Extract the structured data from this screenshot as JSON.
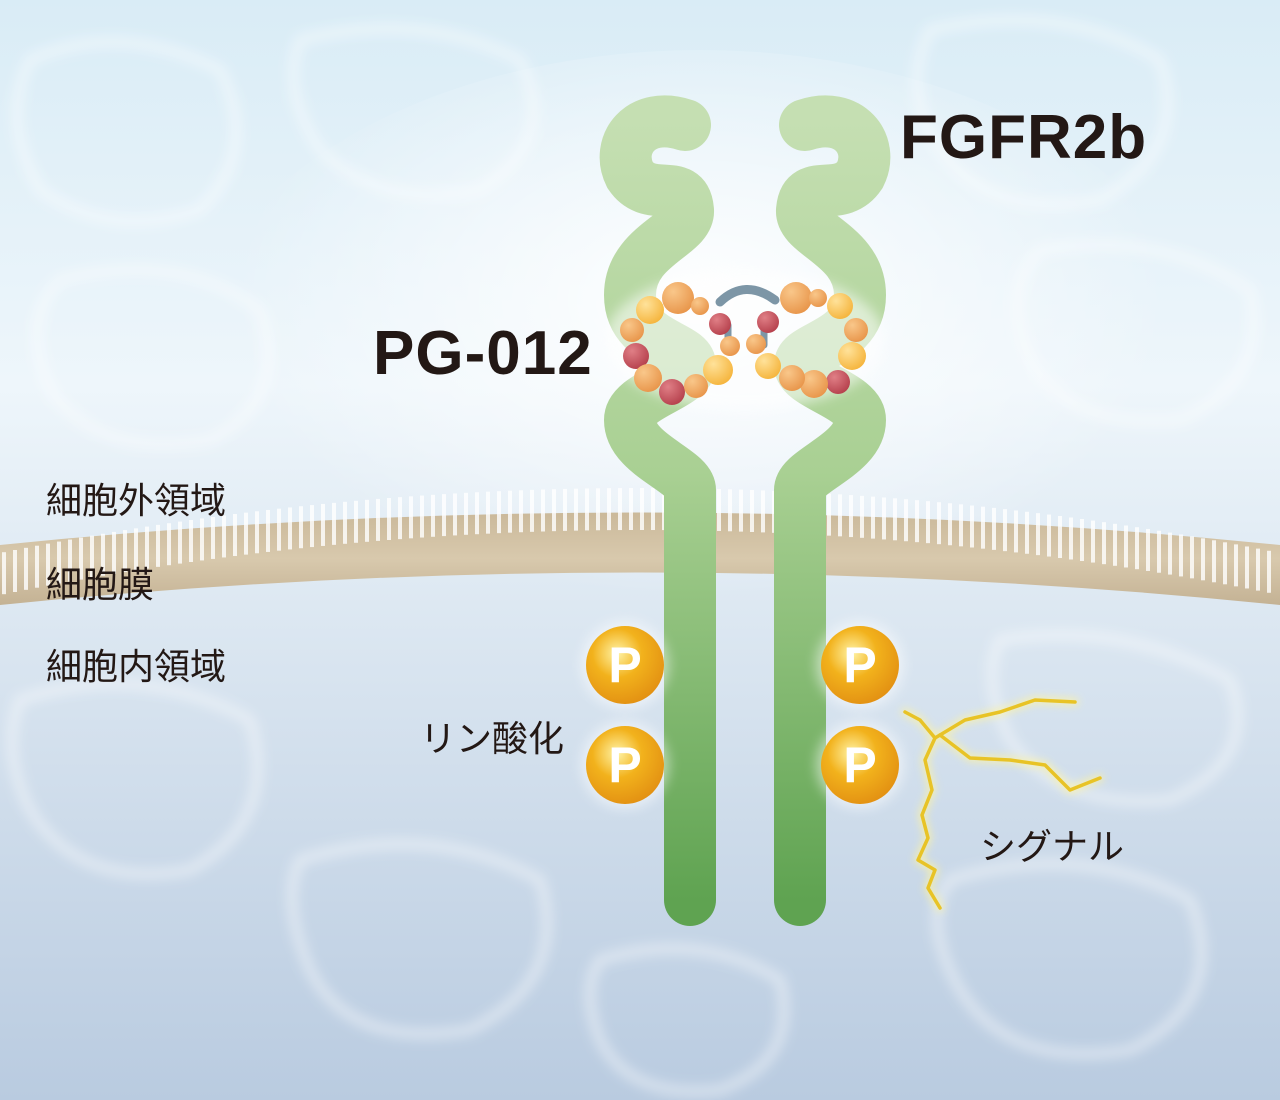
{
  "labels": {
    "receptor": "FGFR2b",
    "compound": "PG-012",
    "extracellular": "細胞外領域",
    "membrane": "細胞膜",
    "intracellular": "細胞内領域",
    "phosphorylation": "リン酸化",
    "signal": "シグナル"
  },
  "phosphate_symbol": "P",
  "colors": {
    "background_top": "#d9ecf6",
    "background_bottom": "#b9cbe0",
    "membrane": "#d8c9ad",
    "receptor_light": "#c5dfb2",
    "receptor_dark": "#5fa351",
    "phosphate": "#f2b21c",
    "signal": "#e8c326",
    "bead_orange": "#e8954a",
    "bead_red": "#b5404c",
    "bead_yellow": "#f5b43c",
    "linker": "#7d96a6"
  }
}
